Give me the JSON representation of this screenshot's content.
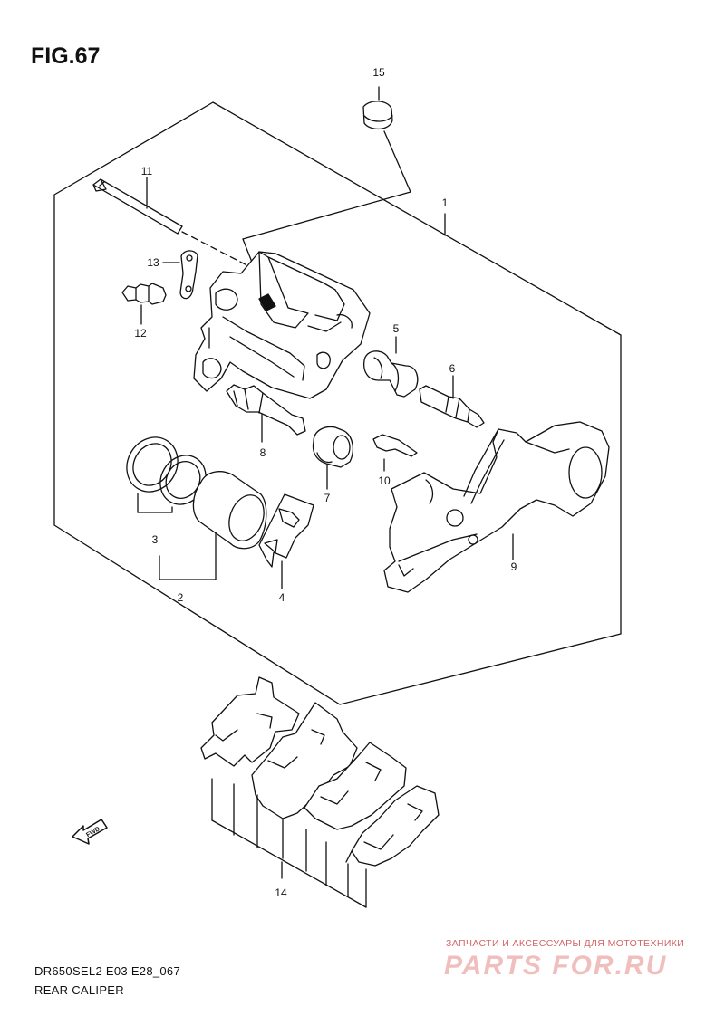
{
  "figure": {
    "title": "FIG.67"
  },
  "callouts": {
    "c1": "1",
    "c2": "2",
    "c3": "3",
    "c4": "4",
    "c5": "5",
    "c6": "6",
    "c7": "7",
    "c8": "8",
    "c9": "9",
    "c10": "10",
    "c11": "11",
    "c12": "12",
    "c13": "13",
    "c14": "14",
    "c15": "15"
  },
  "direction_badge": {
    "label": "FWD"
  },
  "footer": {
    "model_code": "DR650SEL2 E03 E28_067",
    "part_name": "REAR CALIPER"
  },
  "watermark": {
    "tagline": "ЗАПЧАСТИ И АКСЕССУАРЫ ДЛЯ МОТОТЕХНИКИ",
    "logo": "PARTS FOR.RU"
  }
}
